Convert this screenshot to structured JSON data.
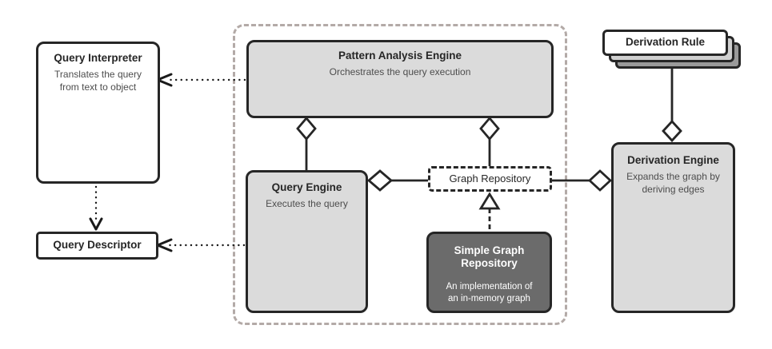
{
  "nodes": {
    "query_interpreter": {
      "title": "Query Interpreter",
      "desc": "Translates the query\nfrom text to object"
    },
    "query_descriptor": {
      "title": "Query Descriptor"
    },
    "pattern_analysis_engine": {
      "title": "Pattern Analysis Engine",
      "desc": "Orchestrates the query execution"
    },
    "query_engine": {
      "title": "Query Engine",
      "desc": "Executes the query"
    },
    "graph_repository": {
      "title": "Graph Repository"
    },
    "simple_graph_repository": {
      "title": "Simple Graph\nRepository",
      "desc": "An implementation of\nan in-memory graph"
    },
    "derivation_engine": {
      "title": "Derivation Engine",
      "desc": "Expands the graph by\nderiving edges"
    },
    "derivation_rule": {
      "title": "Derivation Rule"
    }
  },
  "colors": {
    "node_fill_light": "#dbdbdb",
    "node_fill_dark": "#6b6b6b",
    "node_border": "#262626",
    "container_border": "#b3aaa7",
    "text_primary": "#262626",
    "text_secondary": "#4d4d4d",
    "text_on_dark": "#ffffff",
    "stack_mid": "#cfcfcf",
    "stack_back": "#9a9a9a"
  }
}
